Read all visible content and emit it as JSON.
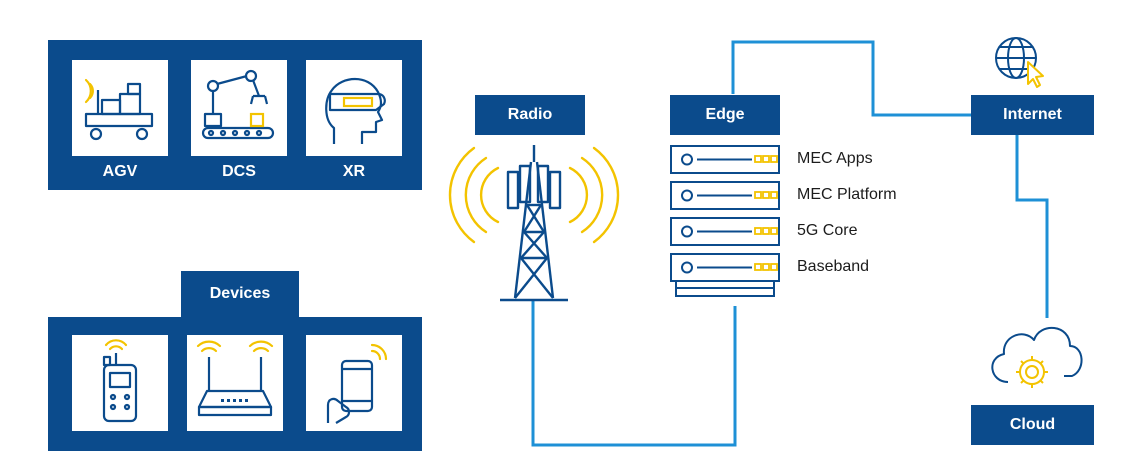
{
  "use_cases": {
    "labels": [
      "AGV",
      "DCS",
      "XR"
    ],
    "icons": [
      "agv-robot-icon",
      "dcs-robotic-arm-icon",
      "xr-headset-icon"
    ]
  },
  "devices": {
    "title": "Devices",
    "icons": [
      "handheld-radio-icon",
      "router-icon",
      "smartphone-icon"
    ]
  },
  "radio": {
    "label": "Radio"
  },
  "edge": {
    "label": "Edge",
    "stack": [
      "MEC Apps",
      "MEC Platform",
      "5G Core",
      "Baseband"
    ]
  },
  "internet": {
    "label": "Internet"
  },
  "cloud": {
    "label": "Cloud"
  },
  "colors": {
    "navy": "#0b4b8c",
    "link_blue": "#1e90d6",
    "signal_yellow": "#f3c300",
    "outline": "#0b4b8c"
  }
}
